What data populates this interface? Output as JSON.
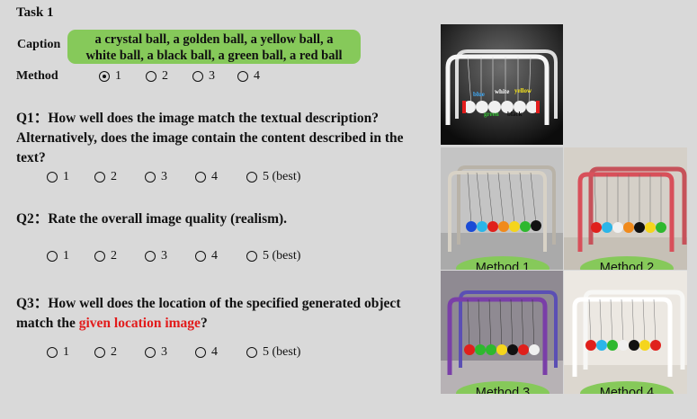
{
  "task": {
    "title": "Task 1"
  },
  "caption": {
    "label": "Caption",
    "line1": "a crystal ball, a golden ball, a yellow ball, a",
    "line2": "white ball, a black ball, a green ball, a red ball"
  },
  "method_select": {
    "label": "Method",
    "options": [
      "1",
      "2",
      "3",
      "4"
    ],
    "selected": "1"
  },
  "questions": [
    {
      "prefix": "Q1：",
      "line1": "How well does the image match the textual description?",
      "line2": "Alternatively, does the image contain the content described in the",
      "line3": "text?",
      "options": [
        "1",
        "2",
        "3",
        "4",
        "5 (best)"
      ]
    },
    {
      "prefix": "Q2：",
      "line1": "Rate the overall image quality (realism).",
      "options": [
        "1",
        "2",
        "3",
        "4",
        "5 (best)"
      ]
    },
    {
      "prefix": "Q3：",
      "line1": "How well does the location of the specified generated object",
      "line2_a": "match the ",
      "line2_highlight": "given location image",
      "line2_b": "?",
      "options": [
        "1",
        "2",
        "3",
        "4",
        "5 (best)"
      ]
    }
  ],
  "location_image": {
    "labels": {
      "blue": "blue",
      "white": "white",
      "yellow": "yellow",
      "green": "green",
      "black": "black"
    }
  },
  "methods": [
    {
      "label": "Method 1"
    },
    {
      "label": "Method 2"
    },
    {
      "label": "Method 3"
    },
    {
      "label": "Method 4"
    }
  ],
  "colors": {
    "accent_green": "#86c95a",
    "highlight_red": "#e21c1c",
    "background": "#d9d9d9"
  }
}
